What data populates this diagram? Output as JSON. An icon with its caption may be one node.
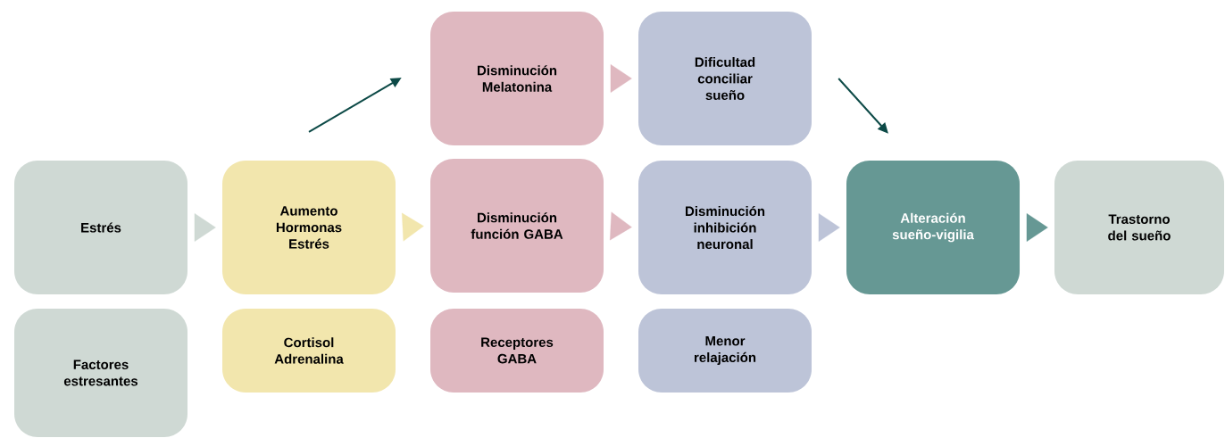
{
  "diagram": {
    "nodes": [
      {
        "text": [
          "Disminución Melatonina"
        ]
      },
      {
        "text": [
          "Dificultad conciliar sueño"
        ]
      },
      {
        "text": [
          "Estrés"
        ]
      },
      {
        "text": [
          "Aumento Hormonas Estrés"
        ]
      },
      {
        "text": [
          "Disminución función GABA"
        ]
      },
      {
        "text": [
          "Disminución inhibición neuronal"
        ]
      },
      {
        "text": [
          "Alteración sueño-vigilia"
        ]
      },
      {
        "text": [
          "Trastorno del sueño"
        ]
      },
      {
        "text": [
          "Factores estresantes"
        ]
      },
      {
        "text": [
          "Cortisol Adrenalina"
        ]
      },
      {
        "text": [
          "Receptores GABA"
        ]
      },
      {
        "text": [
          "Menor relajación"
        ]
      }
    ],
    "edges": [
      {
        "from": 3,
        "to": 0,
        "arrow": "to",
        "color": "#0d4a47"
      },
      {
        "from": 0,
        "to": 1,
        "arrow": "to",
        "color": "#dfb8c0"
      },
      {
        "from": 1,
        "to": 6,
        "arrow": "to",
        "color": "#0d4a47"
      },
      {
        "from": 2,
        "to": 3,
        "arrow": "to",
        "color": "#cfd9d4"
      },
      {
        "from": 3,
        "to": 4,
        "arrow": "to",
        "color": "#f2e6ad"
      },
      {
        "from": 4,
        "to": 5,
        "arrow": "to",
        "color": "#dfb8c0"
      },
      {
        "from": 5,
        "to": 6,
        "arrow": "to",
        "color": "#bdc4d8"
      },
      {
        "from": 6,
        "to": 7,
        "arrow": "to",
        "color": "#669894"
      }
    ]
  }
}
